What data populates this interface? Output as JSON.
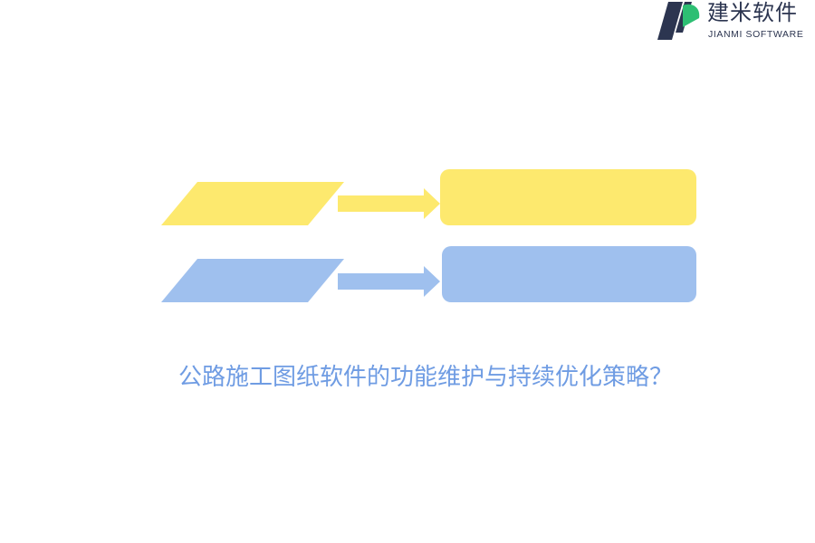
{
  "logo": {
    "name_cn": "建米软件",
    "name_en": "JIANMI SOFTWARE",
    "icon": "jianmi-logo-mark",
    "colors": {
      "dark": "#2c3550",
      "green": "#2dbf73"
    }
  },
  "diagram": {
    "rows": [
      {
        "color": "#fde96e",
        "input_label": "",
        "output_label": ""
      },
      {
        "color": "#9fc0ee",
        "input_label": "",
        "output_label": ""
      }
    ],
    "arrow_icon": "right-arrow-icon"
  },
  "caption": "公路施工图纸软件的功能维护与持续优化策略？",
  "colors": {
    "yellow": "#fde96e",
    "blue": "#9fc0ee",
    "caption": "#6f9ce3"
  }
}
